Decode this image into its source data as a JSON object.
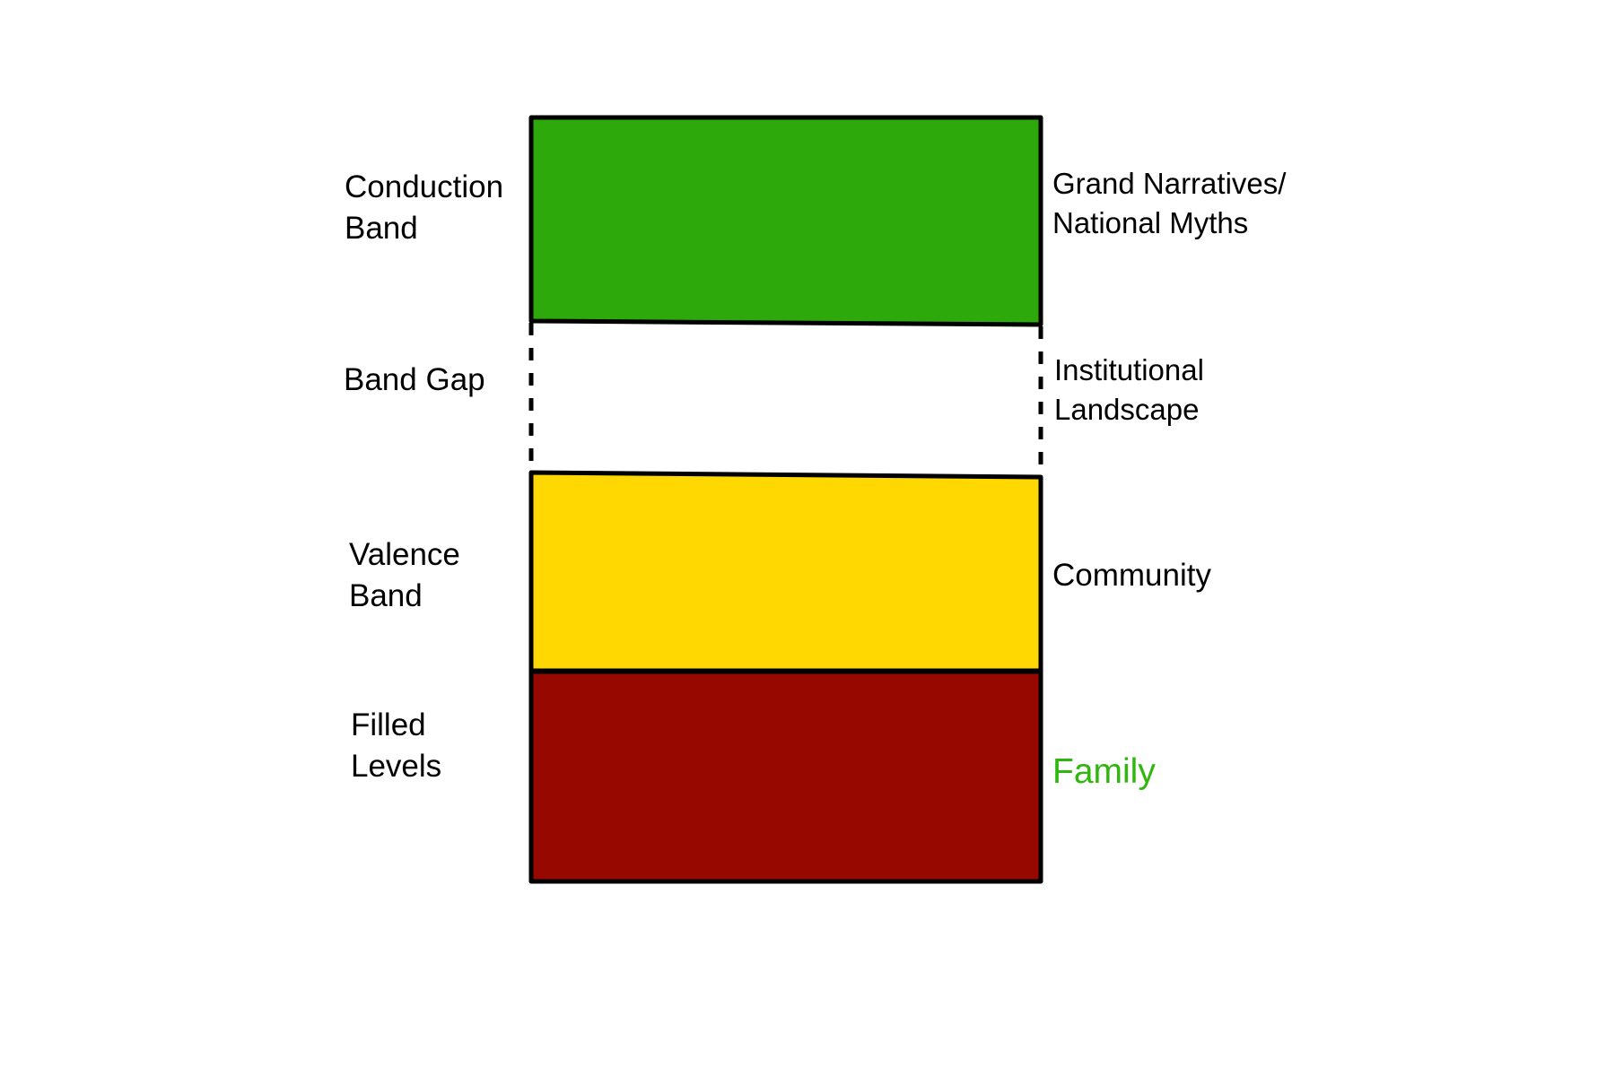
{
  "colors": {
    "conduction_band": "#2ea90c",
    "band_gap": "#ffffff",
    "valence_band": "#ffd802",
    "filled_levels": "#960800",
    "outline": "#000000",
    "family_text": "#2eb70c"
  },
  "left_labels": {
    "conduction": [
      "Conduction",
      "Band"
    ],
    "band_gap": [
      "Band Gap"
    ],
    "valence": [
      "Valence",
      "Band"
    ],
    "filled": [
      "Filled",
      "Levels"
    ]
  },
  "right_labels": {
    "grand": [
      "Grand Narratives/",
      "National Myths"
    ],
    "institutional": [
      "Institutional",
      "Landscape"
    ],
    "community": [
      "Community"
    ],
    "family": [
      "Family"
    ]
  }
}
